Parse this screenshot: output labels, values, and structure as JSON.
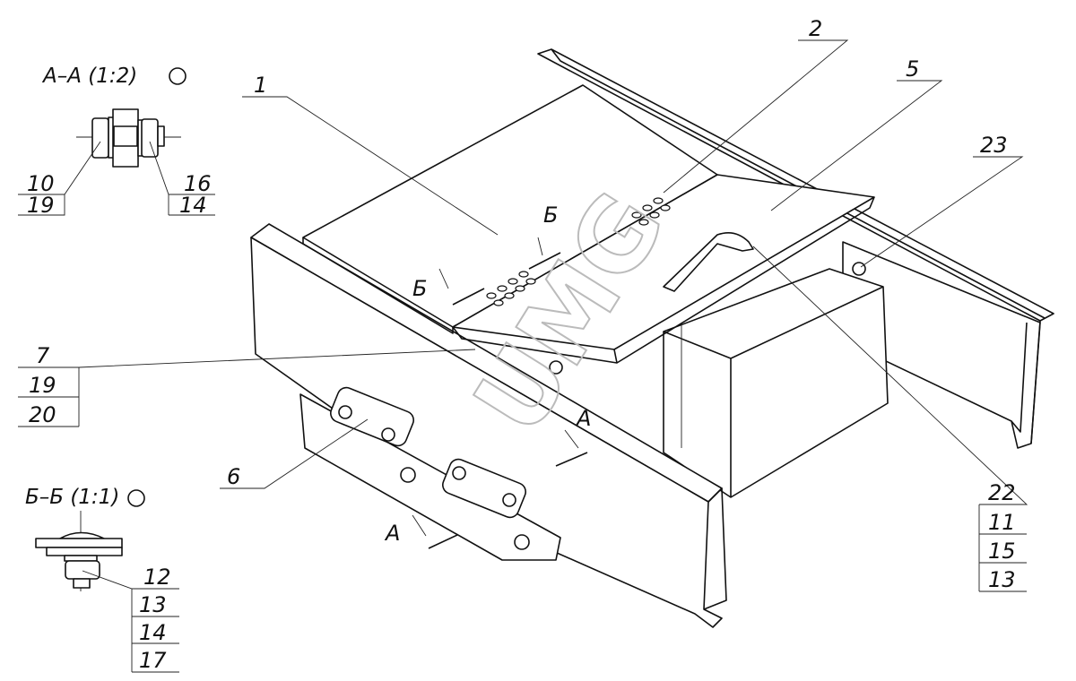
{
  "views": {
    "section_aa": {
      "title": "А–А (1:2)",
      "callouts": [
        "10",
        "19",
        "16",
        "14"
      ]
    },
    "section_bb": {
      "title": "Б–Б (1:1)",
      "callouts": [
        "12",
        "13",
        "14",
        "17"
      ]
    }
  },
  "main_view": {
    "part_labels": {
      "p1": "1",
      "p2": "2",
      "p5": "5",
      "p23": "23",
      "p6": "6"
    },
    "stack_left": [
      "7",
      "19",
      "20"
    ],
    "stack_right": [
      "22",
      "11",
      "15",
      "13"
    ],
    "section_marks": {
      "a_upper": "А",
      "a_lower": "А",
      "b_upper": "Б",
      "b_lower": "Б"
    }
  },
  "watermark": "UMG"
}
